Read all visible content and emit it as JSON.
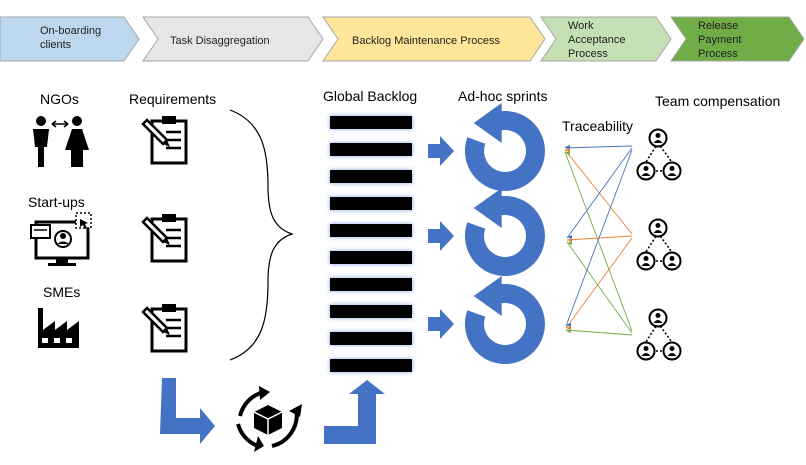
{
  "phases": [
    {
      "lines": [
        "On-boarding",
        "clients"
      ],
      "color": "#bdd7ee"
    },
    {
      "lines": [
        "Task Disaggregation"
      ],
      "color": "#e7e6e6"
    },
    {
      "lines": [
        "Backlog Maintenance Process"
      ],
      "color": "#ffe699"
    },
    {
      "lines": [
        "Work",
        "Acceptance",
        "Process"
      ],
      "color": "#c5e0b4"
    },
    {
      "lines": [
        "Release",
        "Payment",
        "Process"
      ],
      "color": "#70ad47"
    }
  ],
  "clients": {
    "ngos": "NGOs",
    "startups": "Start-ups",
    "smes": "SMEs"
  },
  "labels": {
    "requirements": "Requirements",
    "global_backlog": "Global Backlog",
    "adhoc_sprints": "Ad-hoc sprints",
    "traceability": "Traceability",
    "team_compensation": "Team compensation"
  },
  "backlog_bar_count": 10,
  "sprint_count": 3,
  "team_count": 3,
  "trace_colors": [
    "#4472c4",
    "#ed7d31",
    "#70ad47"
  ],
  "accent_color": "#4472c4",
  "icons": [
    "people-icon",
    "clipboard-pencil-icon",
    "monitor-user-icon",
    "factory-icon",
    "package-cycle-icon",
    "cycle-arrow-icon",
    "team-network-icon"
  ]
}
